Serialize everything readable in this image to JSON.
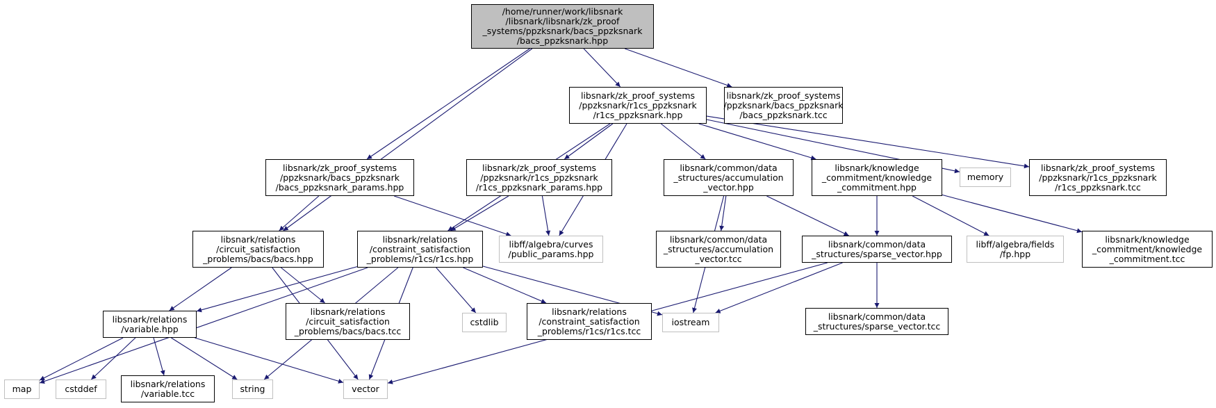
{
  "diagram": {
    "edge_color": "#191970",
    "nodes": [
      {
        "id": "root",
        "kind": "root",
        "lines": [
          "/home/runner/work/libsnark",
          "/libsnark/libsnark/zk_proof",
          "_systems/ppzksnark/bacs_ppzksnark",
          "/bacs_ppzksnark.hpp"
        ]
      },
      {
        "id": "r1cs_ppzksnark_hpp",
        "kind": "file",
        "lines": [
          "libsnark/zk_proof_systems",
          "/ppzksnark/r1cs_ppzksnark",
          "/r1cs_ppzksnark.hpp"
        ]
      },
      {
        "id": "bacs_ppzksnark_tcc",
        "kind": "file",
        "lines": [
          "libsnark/zk_proof_systems",
          "/ppzksnark/bacs_ppzksnark",
          "/bacs_ppzksnark.tcc"
        ]
      },
      {
        "id": "bacs_params_hpp",
        "kind": "file",
        "lines": [
          "libsnark/zk_proof_systems",
          "/ppzksnark/bacs_ppzksnark",
          "/bacs_ppzksnark_params.hpp"
        ]
      },
      {
        "id": "r1cs_params_hpp",
        "kind": "file",
        "lines": [
          "libsnark/zk_proof_systems",
          "/ppzksnark/r1cs_ppzksnark",
          "/r1cs_ppzksnark_params.hpp"
        ]
      },
      {
        "id": "accum_vector_hpp",
        "kind": "file",
        "lines": [
          "libsnark/common/data",
          "_structures/accumulation",
          "_vector.hpp"
        ]
      },
      {
        "id": "knowledge_hpp",
        "kind": "file",
        "lines": [
          "libsnark/knowledge",
          "_commitment/knowledge",
          "_commitment.hpp"
        ]
      },
      {
        "id": "memory",
        "kind": "system",
        "lines": [
          "memory"
        ]
      },
      {
        "id": "r1cs_ppzksnark_tcc",
        "kind": "file",
        "lines": [
          "libsnark/zk_proof_systems",
          "/ppzksnark/r1cs_ppzksnark",
          "/r1cs_ppzksnark.tcc"
        ]
      },
      {
        "id": "bacs_hpp",
        "kind": "file",
        "lines": [
          "libsnark/relations",
          "/circuit_satisfaction",
          "_problems/bacs/bacs.hpp"
        ]
      },
      {
        "id": "r1cs_hpp",
        "kind": "file",
        "lines": [
          "libsnark/relations",
          "/constraint_satisfaction",
          "_problems/r1cs/r1cs.hpp"
        ]
      },
      {
        "id": "public_params",
        "kind": "system",
        "lines": [
          "libff/algebra/curves",
          "/public_params.hpp"
        ]
      },
      {
        "id": "accum_vector_tcc",
        "kind": "file",
        "lines": [
          "libsnark/common/data",
          "_structures/accumulation",
          "_vector.tcc"
        ]
      },
      {
        "id": "sparse_vector_hpp",
        "kind": "file",
        "lines": [
          "libsnark/common/data",
          "_structures/sparse_vector.hpp"
        ]
      },
      {
        "id": "fp_hpp",
        "kind": "system",
        "lines": [
          "libff/algebra/fields",
          "/fp.hpp"
        ]
      },
      {
        "id": "knowledge_tcc",
        "kind": "file",
        "lines": [
          "libsnark/knowledge",
          "_commitment/knowledge",
          "_commitment.tcc"
        ]
      },
      {
        "id": "variable_hpp",
        "kind": "file",
        "lines": [
          "libsnark/relations",
          "/variable.hpp"
        ]
      },
      {
        "id": "bacs_tcc",
        "kind": "file",
        "lines": [
          "libsnark/relations",
          "/circuit_satisfaction",
          "_problems/bacs/bacs.tcc"
        ]
      },
      {
        "id": "cstdlib",
        "kind": "system",
        "lines": [
          "cstdlib"
        ]
      },
      {
        "id": "r1cs_tcc",
        "kind": "file",
        "lines": [
          "libsnark/relations",
          "/constraint_satisfaction",
          "_problems/r1cs/r1cs.tcc"
        ]
      },
      {
        "id": "iostream",
        "kind": "system",
        "lines": [
          "iostream"
        ]
      },
      {
        "id": "sparse_vector_tcc",
        "kind": "file",
        "lines": [
          "libsnark/common/data",
          "_structures/sparse_vector.tcc"
        ]
      },
      {
        "id": "map",
        "kind": "system",
        "lines": [
          "map"
        ]
      },
      {
        "id": "cstddef",
        "kind": "system",
        "lines": [
          "cstddef"
        ]
      },
      {
        "id": "variable_tcc",
        "kind": "file",
        "lines": [
          "libsnark/relations",
          "/variable.tcc"
        ]
      },
      {
        "id": "string",
        "kind": "system",
        "lines": [
          "string"
        ]
      },
      {
        "id": "vector",
        "kind": "system",
        "lines": [
          "vector"
        ]
      }
    ],
    "edges": [
      [
        "root",
        "r1cs_ppzksnark_hpp"
      ],
      [
        "root",
        "bacs_ppzksnark_tcc"
      ],
      [
        "root",
        "bacs_params_hpp"
      ],
      [
        "root",
        "bacs_hpp"
      ],
      [
        "r1cs_ppzksnark_hpp",
        "r1cs_hpp"
      ],
      [
        "r1cs_ppzksnark_hpp",
        "r1cs_params_hpp"
      ],
      [
        "r1cs_ppzksnark_hpp",
        "public_params"
      ],
      [
        "r1cs_ppzksnark_hpp",
        "accum_vector_hpp"
      ],
      [
        "r1cs_ppzksnark_hpp",
        "knowledge_hpp"
      ],
      [
        "r1cs_ppzksnark_hpp",
        "memory"
      ],
      [
        "r1cs_ppzksnark_hpp",
        "r1cs_ppzksnark_tcc"
      ],
      [
        "bacs_params_hpp",
        "bacs_hpp"
      ],
      [
        "bacs_params_hpp",
        "public_params"
      ],
      [
        "r1cs_params_hpp",
        "r1cs_hpp"
      ],
      [
        "r1cs_params_hpp",
        "public_params"
      ],
      [
        "accum_vector_hpp",
        "accum_vector_tcc"
      ],
      [
        "accum_vector_hpp",
        "sparse_vector_hpp"
      ],
      [
        "accum_vector_hpp",
        "iostream"
      ],
      [
        "knowledge_hpp",
        "sparse_vector_hpp"
      ],
      [
        "knowledge_hpp",
        "fp_hpp"
      ],
      [
        "knowledge_hpp",
        "knowledge_tcc"
      ],
      [
        "bacs_hpp",
        "variable_hpp"
      ],
      [
        "bacs_hpp",
        "bacs_tcc"
      ],
      [
        "bacs_hpp",
        "vector"
      ],
      [
        "r1cs_hpp",
        "variable_hpp"
      ],
      [
        "r1cs_hpp",
        "map"
      ],
      [
        "r1cs_hpp",
        "cstdlib"
      ],
      [
        "r1cs_hpp",
        "r1cs_tcc"
      ],
      [
        "r1cs_hpp",
        "iostream"
      ],
      [
        "r1cs_hpp",
        "string"
      ],
      [
        "r1cs_hpp",
        "vector"
      ],
      [
        "sparse_vector_hpp",
        "sparse_vector_tcc"
      ],
      [
        "sparse_vector_hpp",
        "iostream"
      ],
      [
        "sparse_vector_hpp",
        "vector"
      ],
      [
        "variable_hpp",
        "map"
      ],
      [
        "variable_hpp",
        "cstddef"
      ],
      [
        "variable_hpp",
        "variable_tcc"
      ],
      [
        "variable_hpp",
        "string"
      ],
      [
        "variable_hpp",
        "vector"
      ]
    ]
  }
}
